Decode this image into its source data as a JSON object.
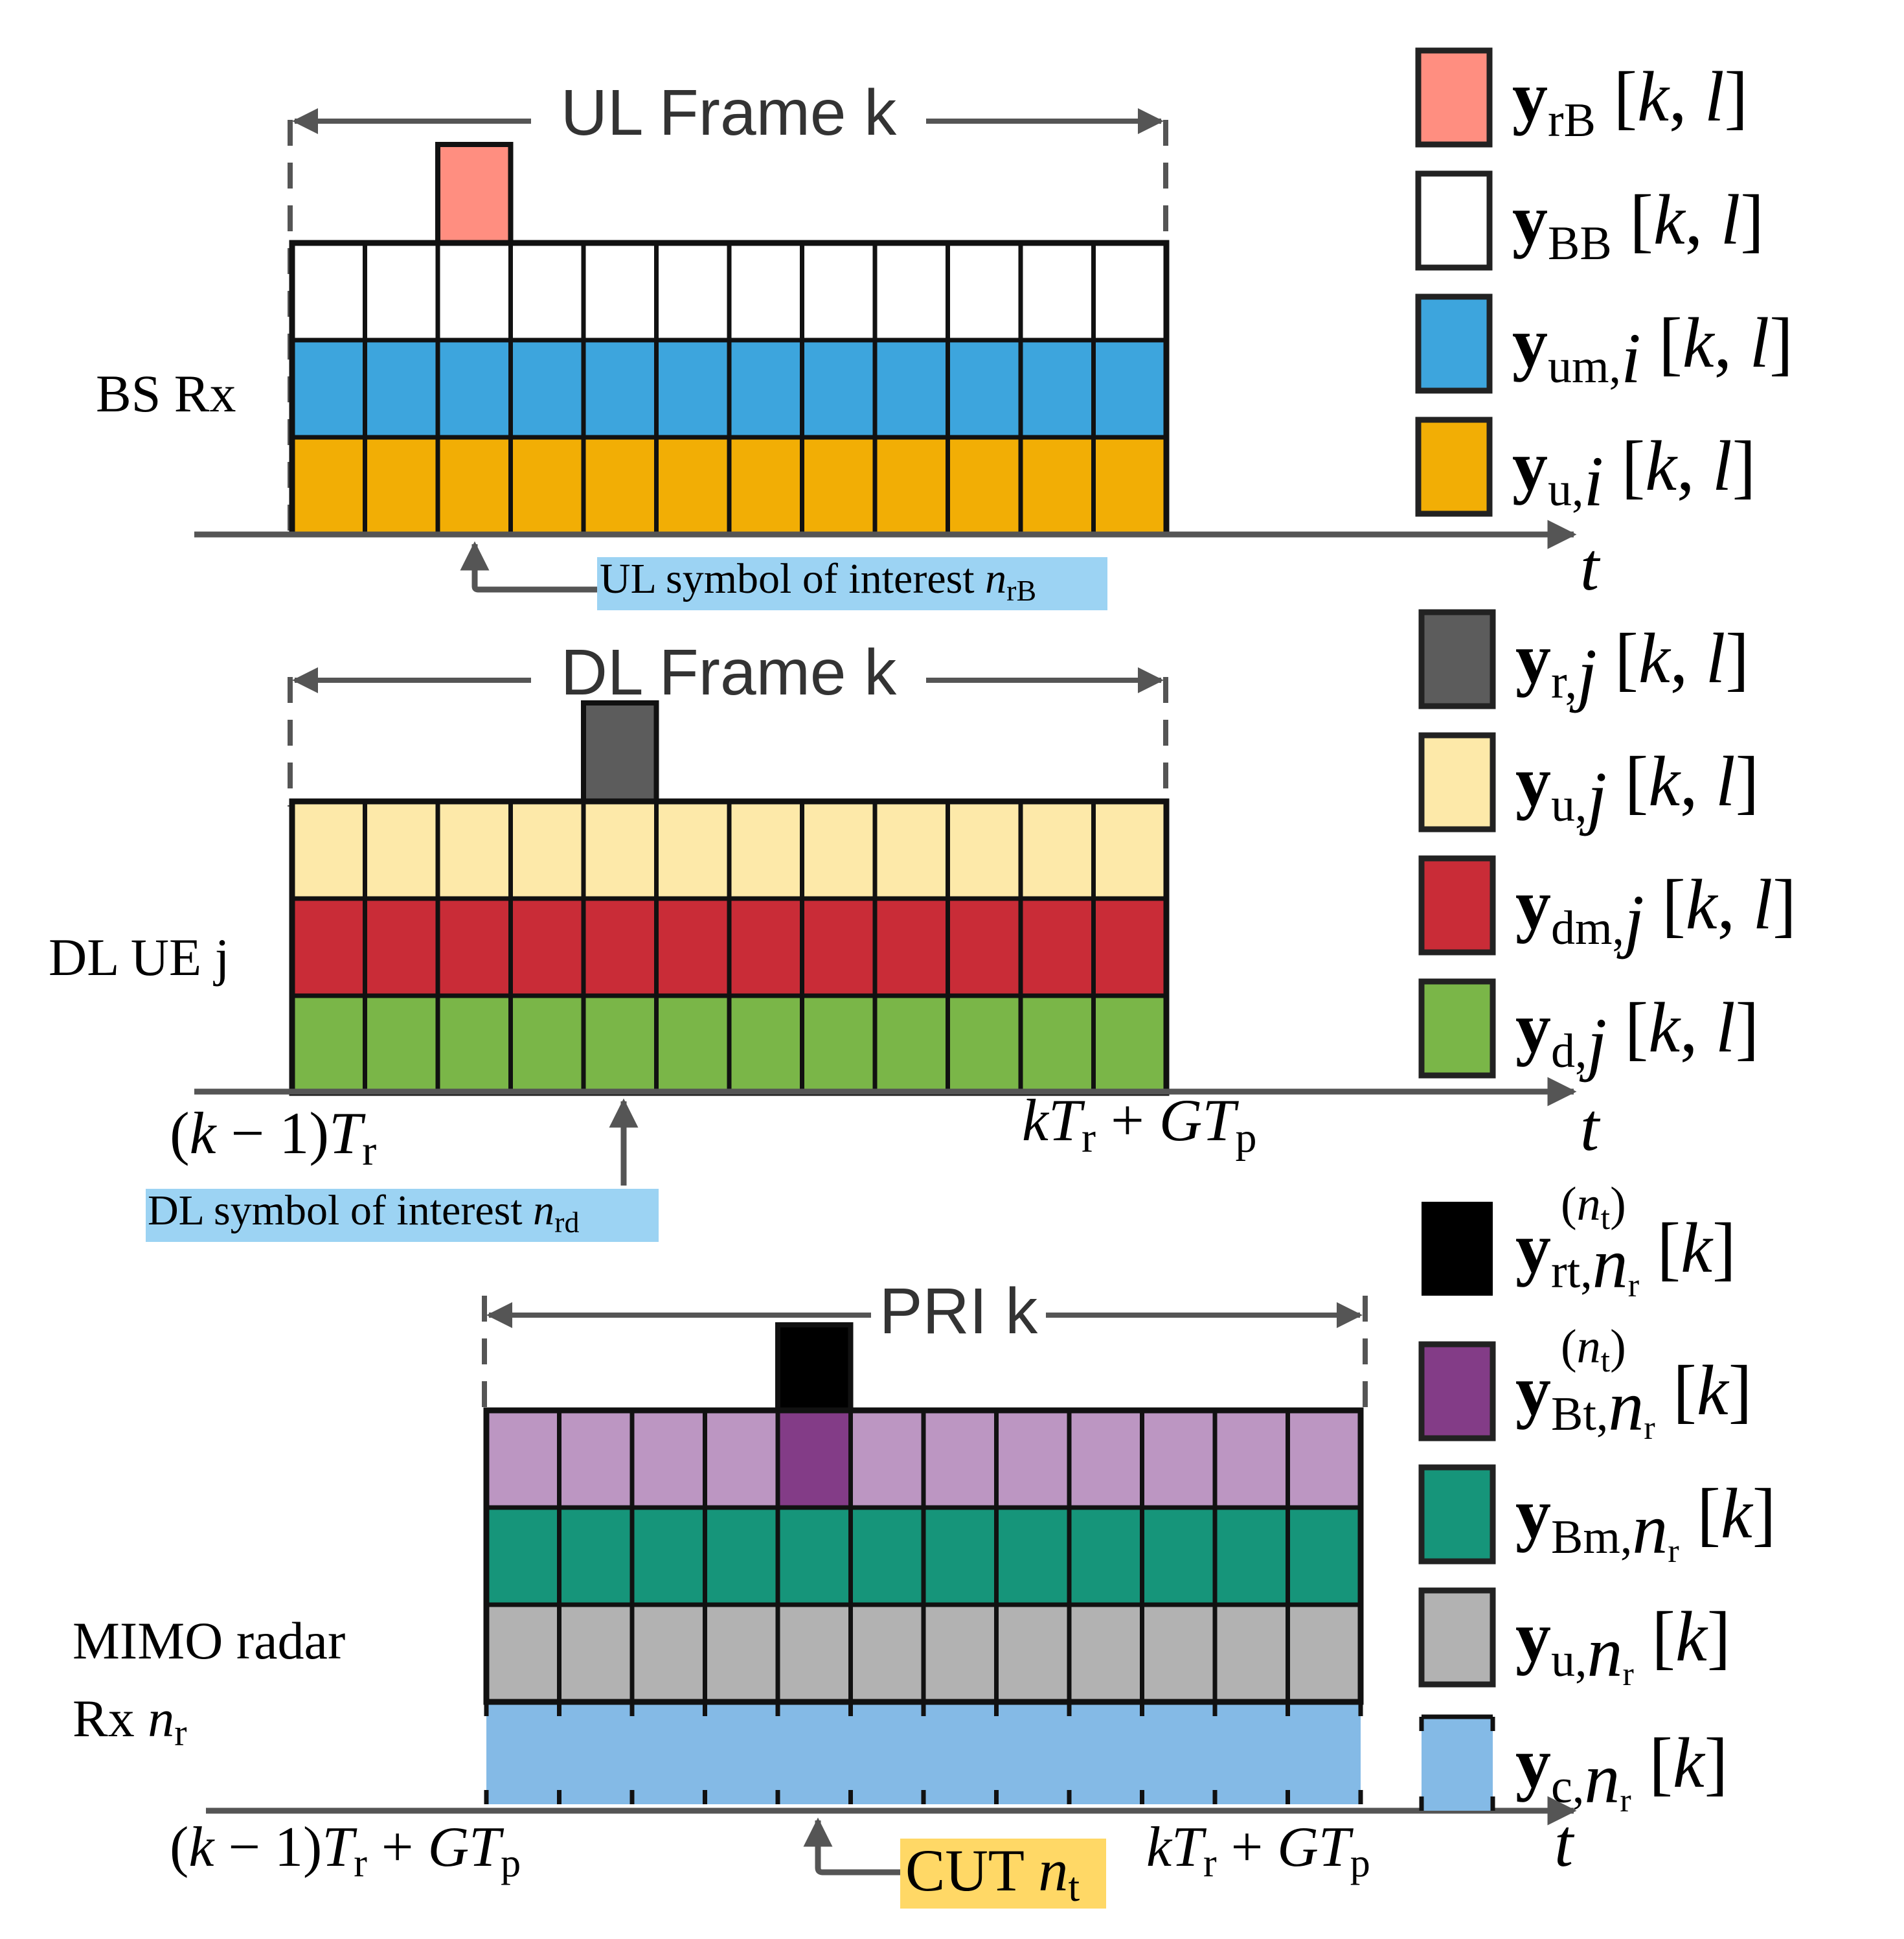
{
  "colors": {
    "ul_interest": "#FF8E80",
    "ul_bb": "#FFFFFF",
    "ul_um": "#3DA5DD",
    "ul_u": "#F2AE05",
    "dl_interest": "#5C5C5C",
    "dl_u": "#FDE9A9",
    "dl_dm": "#C92C37",
    "dl_d": "#7AB648",
    "rd_interest": "#000000",
    "rd_bt_light": "#BC96C2",
    "rd_bt_dark": "#833C87",
    "rd_bm": "#16957A",
    "rd_u": "#B2B2B2",
    "rd_c": "#84BAE6",
    "callout_blue": "#9CD3F3",
    "callout_yellow": "#FFD866",
    "axis": "#555555"
  },
  "ul": {
    "frame_label": "UL Frame k",
    "row_label": "BS Rx",
    "axis_label": "t",
    "callout": {
      "text": "UL symbol of interest ",
      "var": "n",
      "sub": "rB"
    },
    "symbol_count": 12,
    "interest_index": 2
  },
  "dl": {
    "frame_label": "DL Frame k",
    "row_label": "DL UE j",
    "axis_label": "t",
    "tick_left": {
      "pre": "(",
      "v1": "k",
      "mid": " − 1)",
      "v2": "T",
      "sub": "r"
    },
    "tick_right": {
      "v1": "kT",
      "sub1": "r",
      "mid": " + ",
      "v2": "GT",
      "sub2": "p"
    },
    "callout": {
      "text": "DL symbol of interest ",
      "var": "n",
      "sub": "rd"
    },
    "symbol_count": 12,
    "interest_index": 4
  },
  "radar": {
    "frame_label": "PRI k",
    "row_label_1": "MIMO radar",
    "row_label_2_text": "Rx ",
    "row_label_2_var": "n",
    "row_label_2_sub": "r",
    "axis_label": "t",
    "tick_left": {
      "pre": "(",
      "v1": "k",
      "mid": " − 1)",
      "v2": "T",
      "sub1": "r",
      "mid2": " + ",
      "v3": "GT",
      "sub2": "p"
    },
    "tick_right": {
      "v1": "kT",
      "sub1": "r",
      "mid": " + ",
      "v2": "GT",
      "sub2": "p"
    },
    "callout": {
      "text": "CUT ",
      "var": "n",
      "sub": "t"
    },
    "symbol_count": 12,
    "interest_index": 4
  },
  "legend": [
    {
      "key": "ul_interest",
      "bold": "y",
      "sub": "rB",
      "arg": "[k, l]"
    },
    {
      "key": "ul_bb",
      "bold": "y",
      "sub": "BB",
      "arg": "[k, l]"
    },
    {
      "key": "ul_um",
      "bold": "y",
      "sub": "um,",
      "sub_var": "i",
      "arg": "[k, l]"
    },
    {
      "key": "ul_u",
      "bold": "y",
      "sub": "u,",
      "sub_var": "i",
      "arg": "[k, l]"
    },
    {
      "key": "dl_interest",
      "bold": "y",
      "sub": "r,",
      "sub_var": "j",
      "arg": "[k, l]"
    },
    {
      "key": "dl_u",
      "bold": "y",
      "sub": "u,",
      "sub_var": "j",
      "arg": "[k, l]"
    },
    {
      "key": "dl_dm",
      "bold": "y",
      "sub": "dm,",
      "sub_var": "j",
      "arg": "[k, l]"
    },
    {
      "key": "dl_d",
      "bold": "y",
      "sub": "d,",
      "sub_var": "j",
      "arg": "[k, l]"
    },
    {
      "key": "rd_interest",
      "bold": "y",
      "sup": "(n",
      "sup_sub": "t",
      "sup_end": ")",
      "sub": "rt,",
      "sub_var": "n",
      "sub_sub": "r",
      "arg": "[k]"
    },
    {
      "key": "rd_bt_dark",
      "bold": "y",
      "sup": "(n",
      "sup_sub": "t",
      "sup_end": ")",
      "sub": "Bt,",
      "sub_var": "n",
      "sub_sub": "r",
      "arg": "[k]"
    },
    {
      "key": "rd_bm",
      "bold": "y",
      "sub": "Bm,",
      "sub_var": "n",
      "sub_sub": "r",
      "arg": "[k]"
    },
    {
      "key": "rd_u",
      "bold": "y",
      "sub": "u,",
      "sub_var": "n",
      "sub_sub": "r",
      "arg": "[k]"
    },
    {
      "key": "rd_c",
      "bold": "y",
      "sub": "c,",
      "sub_var": "n",
      "sub_sub": "r",
      "arg": "[k]"
    }
  ]
}
